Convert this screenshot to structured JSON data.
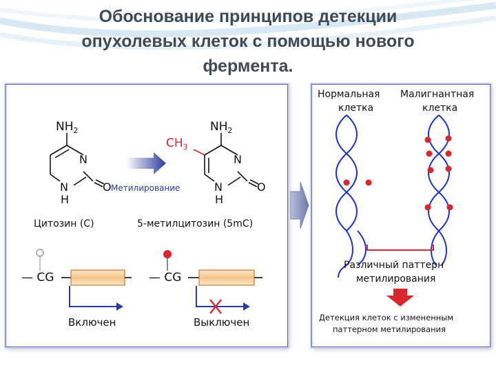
{
  "title": {
    "line1": "Обоснование принципов детекции",
    "line2": "опухолевых клеток с помощью нового",
    "line3": "фермента."
  },
  "molecule": {
    "nh2": "NH",
    "nh2_sub": "2",
    "ch3": "CH",
    "ch3_sub": "3",
    "n": "N",
    "h": "H",
    "o": "O",
    "arrow_label": "Метилирование",
    "cytosine_label": "Цитозин (С)",
    "methylcytosine_label": "5-метилцитозин (5mC)"
  },
  "expression": {
    "cg_label": "— CG",
    "on_label": "Включен",
    "off_label": "Выключен"
  },
  "cells": {
    "normal_line1": "Нормальная",
    "normal_line2": "клетка",
    "malignant_line1": "Малигнантная",
    "malignant_line2": "клетка",
    "pattern_line1": "Различный паттерн",
    "pattern_line2": "метилирования",
    "detect_line1": "Детекция клеток с измененным",
    "detect_line2": "паттерном метилирования"
  },
  "colors": {
    "dna_blue": "#1d2fd0",
    "methyl_red": "#d8282e",
    "panel_border": "#5a67b8",
    "gene_fill": "#fbd3a5",
    "text_dark": "#3e4a56"
  }
}
